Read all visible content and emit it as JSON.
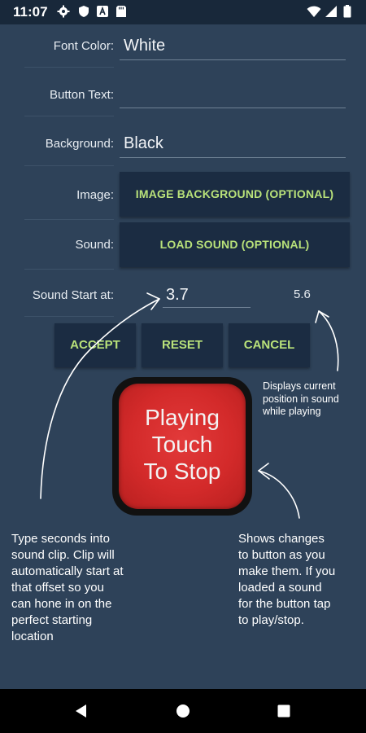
{
  "status_bar": {
    "time": "11:07",
    "left_icons": [
      "gear-icon",
      "shield-icon",
      "a-letter-icon",
      "sd-card-icon"
    ],
    "right_icons": [
      "wifi-icon",
      "cellular-icon",
      "battery-icon"
    ]
  },
  "form": {
    "font_color_label": "Font Color:",
    "font_color_value": "White",
    "button_text_label": "Button Text:",
    "button_text_value": "",
    "background_label": "Background:",
    "background_value": "Black",
    "image_label": "Image:",
    "image_button": "IMAGE BACKGROUND (OPTIONAL)",
    "sound_label": "Sound:",
    "sound_button": "LOAD SOUND (OPTIONAL)",
    "sound_start_label": "Sound Start at:",
    "sound_start_value": "3.7",
    "sound_position": "5.6"
  },
  "actions": {
    "accept": "ACCEPT",
    "reset": "RESET",
    "cancel": "CANCEL"
  },
  "preview": {
    "line1": "Playing",
    "line2": "Touch",
    "line3": "To Stop"
  },
  "annotations": {
    "position_note": [
      "Displays current",
      "position in sound",
      "while playing"
    ],
    "left_note": [
      "Type seconds into",
      "sound clip. Clip will",
      "automatically start at",
      "that offset so you",
      "can hone in on the",
      "perfect starting",
      "location"
    ],
    "right_note": [
      "Shows changes",
      "to button as you",
      "make them. If you",
      "loaded a sound",
      "for the button tap",
      "to play/stop."
    ]
  },
  "colors": {
    "background": "#2e4259",
    "button_bg": "#1b2c42",
    "button_text": "#b9e27a",
    "preview_red": "#d32a2a"
  }
}
